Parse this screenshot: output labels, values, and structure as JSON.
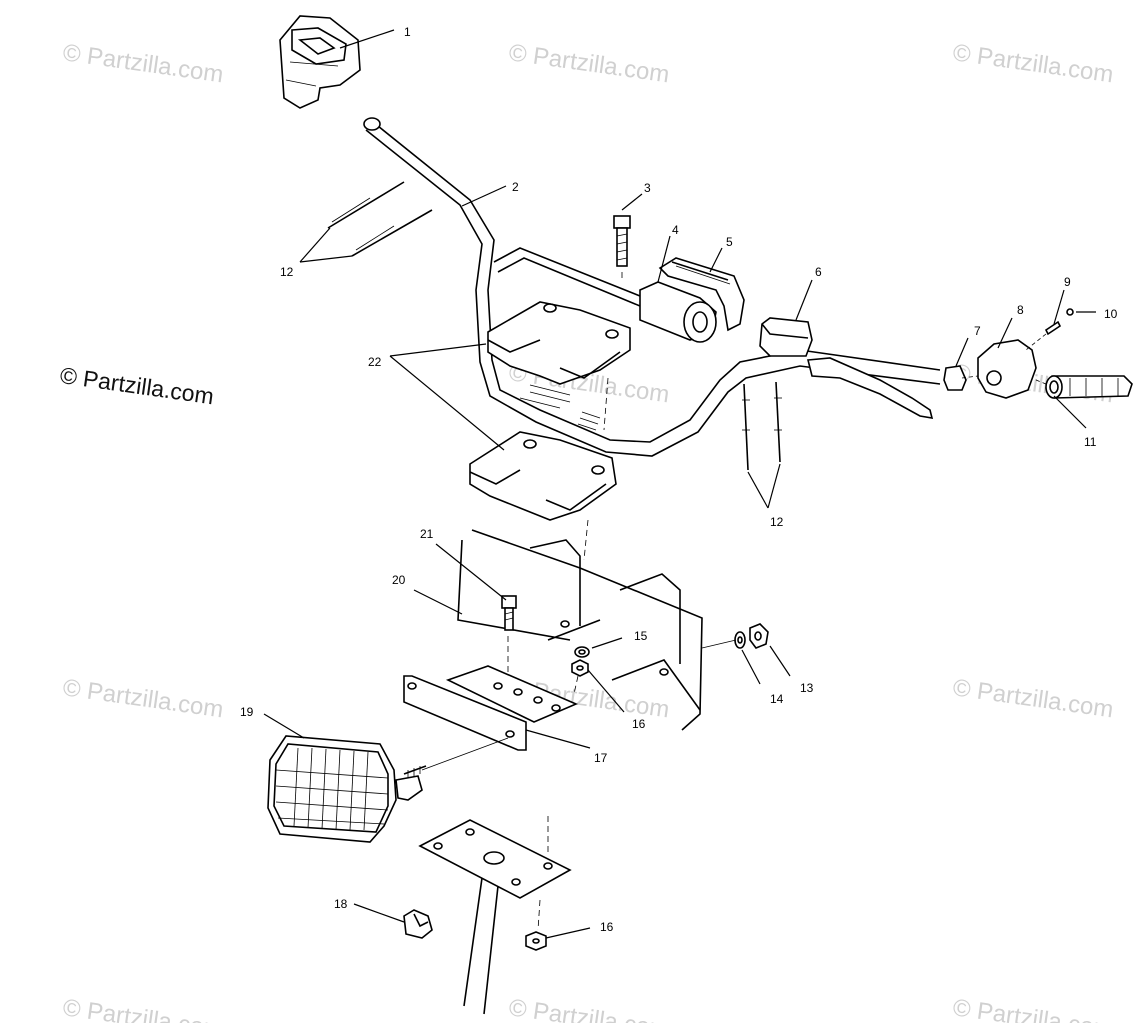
{
  "watermark": {
    "text": "© Partzilla.com"
  },
  "callouts": [
    "1",
    "2",
    "3",
    "4",
    "5",
    "6",
    "7",
    "8",
    "9",
    "10",
    "11",
    "12",
    "12",
    "13",
    "14",
    "15",
    "16",
    "16",
    "17",
    "18",
    "19",
    "20",
    "21",
    "22"
  ]
}
